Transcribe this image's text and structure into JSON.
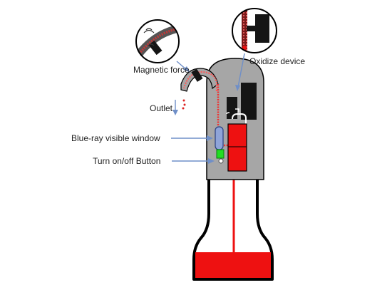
{
  "labels": {
    "magnetic_force": "Magnetic force",
    "oxidize_device": "Oxidize device",
    "outlet": "Outlet",
    "blue_ray_window": "Blue-ray visible window",
    "power_button": "Turn on/off Button"
  },
  "colors": {
    "device_body": "#a6a6a6",
    "wine": "#ee1111",
    "arrow": "#6f8fc8",
    "blue_window": "#8fa4d8",
    "power_led": "#22dd22",
    "black_parts": "#151515"
  },
  "icons": {
    "magnetic_detail": "magnet-icon",
    "oxidize_detail": "pump-icon"
  }
}
